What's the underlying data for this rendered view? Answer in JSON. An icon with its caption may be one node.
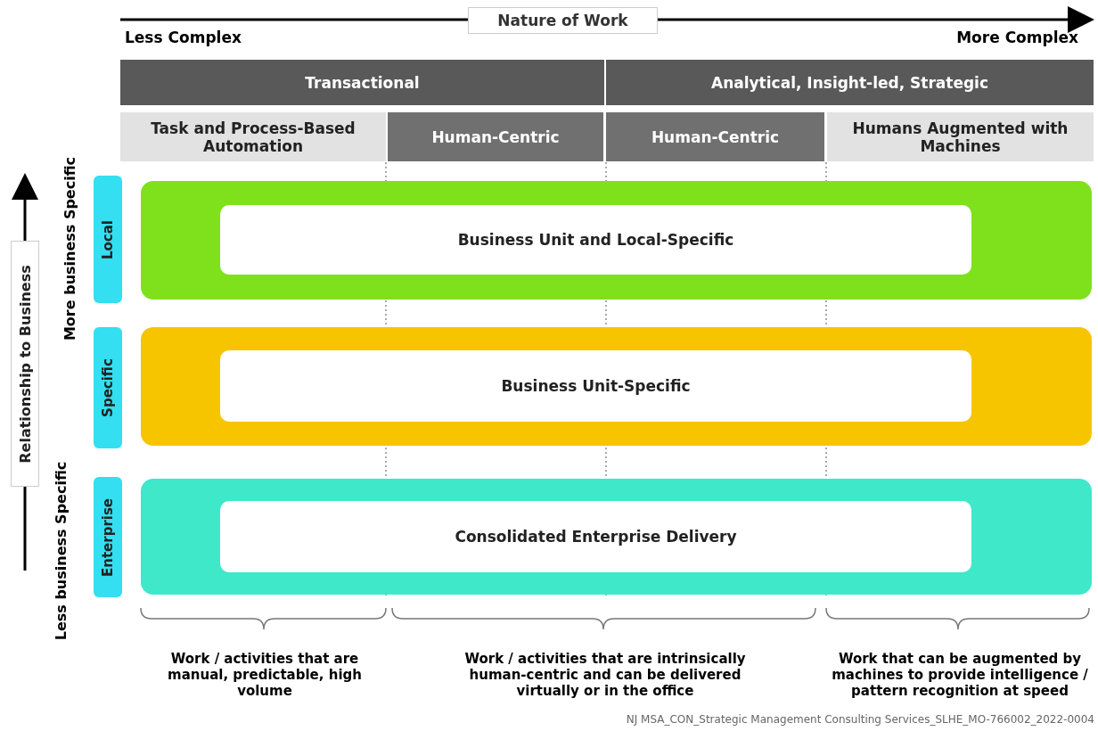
{
  "diagram": {
    "nodes": [
      {
        "text": [
          "Nature of Work"
        ]
      },
      {
        "text": [
          "Transactional"
        ]
      },
      {
        "text": [
          "Analytical, Insight-led, Strategic"
        ]
      },
      {
        "text": [
          "Task and Process-Based Automation"
        ]
      },
      {
        "text": [
          "Human-Centric"
        ]
      },
      {
        "text": [
          "Human-Centric"
        ]
      },
      {
        "text": [
          "Humans Augmented with Machines"
        ]
      },
      {
        "text": [
          "Relationship to Business"
        ]
      },
      {
        "text": [
          "Local"
        ]
      },
      {
        "text": [],
        "shape": "box"
      },
      {
        "text": [
          "Business Unit and Local-Specific"
        ],
        "in": 9
      },
      {
        "text": [
          "Specific"
        ]
      },
      {
        "text": [],
        "shape": "box"
      },
      {
        "text": [
          "Business Unit-Specific"
        ],
        "in": 12
      },
      {
        "text": [
          "Enterprise"
        ]
      },
      {
        "text": [],
        "shape": "box"
      },
      {
        "text": [
          "Consolidated Enterprise Delivery"
        ],
        "in": 15
      }
    ],
    "labels": [
      "Less Complex",
      "More Complex",
      "More business Specific",
      "Less business Specific",
      "Work / activities that are manual, predictable, high volume",
      "Work / activities that are intrinsically human-centric and can be delivered virtually or in the office",
      "Work that can be augmented by machines to provide intelligence / pattern recognition at speed",
      "NJ MSA_CON_Strategic Management Consulting Services_SLHE_MO-766002_2022-0004"
    ]
  }
}
